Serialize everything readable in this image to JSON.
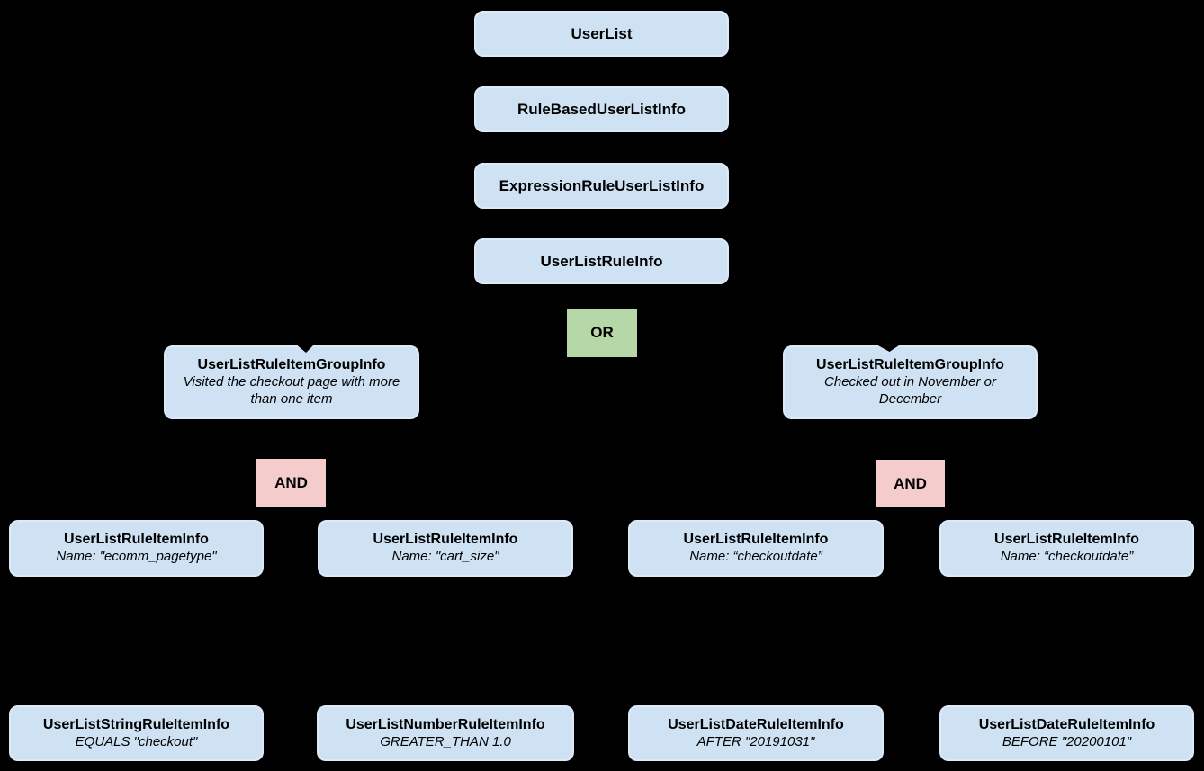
{
  "diagram": {
    "background_color": "#000000",
    "colors": {
      "node_fill": "#cfe2f3",
      "or_fill": "#b6d7a8",
      "and_fill": "#f4cccc",
      "text": "#000000"
    },
    "nodes": {
      "user_list": {
        "title": "UserList"
      },
      "rule_based_user_list_info": {
        "title": "RuleBasedUserListInfo"
      },
      "expression_rule_user_list_info": {
        "title": "ExpressionRuleUserListInfo"
      },
      "user_list_rule_info": {
        "title": "UserListRuleInfo"
      },
      "or_operator": {
        "label": "OR"
      },
      "group_left": {
        "title": "UserListRuleItemGroupInfo",
        "subtitle": "Visited the checkout page with more than one item"
      },
      "group_right": {
        "title": "UserListRuleItemGroupInfo",
        "subtitle": "Checked out in November or December"
      },
      "and_left": {
        "label": "AND"
      },
      "and_right": {
        "label": "AND"
      },
      "item_1": {
        "title": "UserListRuleItemInfo",
        "subtitle": "Name: \"ecomm_pagetype\""
      },
      "item_2": {
        "title": "UserListRuleItemInfo",
        "subtitle": "Name: \"cart_size\""
      },
      "item_3": {
        "title": "UserListRuleItemInfo",
        "subtitle": "Name: “checkoutdate”"
      },
      "item_4": {
        "title": "UserListRuleItemInfo",
        "subtitle": "Name: “checkoutdate”"
      },
      "leaf_1": {
        "title": "UserListStringRuleItemInfo",
        "subtitle": "EQUALS \"checkout\""
      },
      "leaf_2": {
        "title": "UserListNumberRuleItemInfo",
        "subtitle": "GREATER_THAN 1.0"
      },
      "leaf_3": {
        "title": "UserListDateRuleItemInfo",
        "subtitle": "AFTER \"20191031\""
      },
      "leaf_4": {
        "title": "UserListDateRuleItemInfo",
        "subtitle": "BEFORE \"20200101\""
      }
    }
  }
}
